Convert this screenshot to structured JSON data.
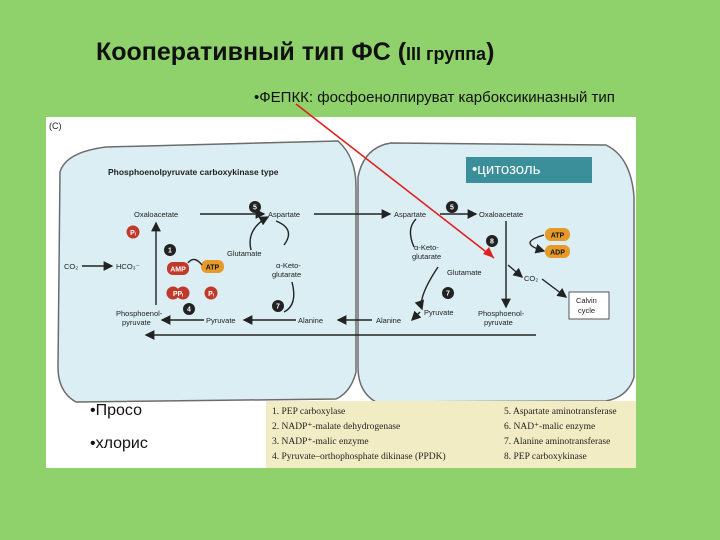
{
  "title_main": "Кооперативный тип ФС (",
  "title_small": "III группа",
  "title_close": ")",
  "subtitle": "•ФЕПКК: фосфоенолпируват карбоксикиназный тип",
  "cytosol_label": "•цитозоль",
  "bullets": [
    "•Просо",
    "•хлорис"
  ],
  "diagram": {
    "panel_label": "(C)",
    "heading": "Phosphoenolpyruvate carboxykinase type",
    "left_cell": {
      "oxaloacetate": "Oxaloacetate",
      "co2": "CO₂",
      "hco3": "HCO₃⁻",
      "pep": "Phosphoenol-",
      "pep2": "pyruvate",
      "pyruvate": "Pyruvate",
      "aspartate": "Aspartate",
      "glutamate": "Glutamate",
      "akg": "α-Keto-",
      "akg2": "glutarate",
      "alanine": "Alanine",
      "amp": "AMP",
      "atp": "ATP",
      "pi": "Pᵢ",
      "ppi": "PPᵢ"
    },
    "right_cell": {
      "aspartate": "Aspartate",
      "oxaloacetate": "Oxaloacetate",
      "akg": "α-Keto-",
      "akg2": "glutarate",
      "glutamate": "Glutamate",
      "atp": "ATP",
      "adp": "ADP",
      "co2": "CO₂",
      "calvin": "Calvin",
      "calvin2": "cycle",
      "pyruvate": "Pyruvate",
      "pep": "Phosphoenol-",
      "pep2": "pyruvate",
      "alanine": "Alanine"
    },
    "steps": [
      "1",
      "4",
      "5",
      "7",
      "5",
      "8",
      "7"
    ]
  },
  "legend": {
    "left": [
      "1. PEP carboxylase",
      "2. NADP⁺-malate dehydrogenase",
      "3. NADP⁺-malic enzyme",
      "4. Pyruvate–orthophosphate dikinase (PPDK)"
    ],
    "right": [
      "5. Aspartate aminotransferase",
      "6. NAD⁺-malic enzyme",
      "7. Alanine aminotransferase",
      "8. PEP carboxykinase"
    ]
  },
  "colors": {
    "background": "#8fd16b",
    "cell_fill": "#dbeef3",
    "cell_stroke": "#6c6c6c",
    "cofactor_red": "#c0392b",
    "atp_orange": "#e69a2a",
    "cytosol_box": "#3a8f9a",
    "pointer_line": "#e02020"
  }
}
